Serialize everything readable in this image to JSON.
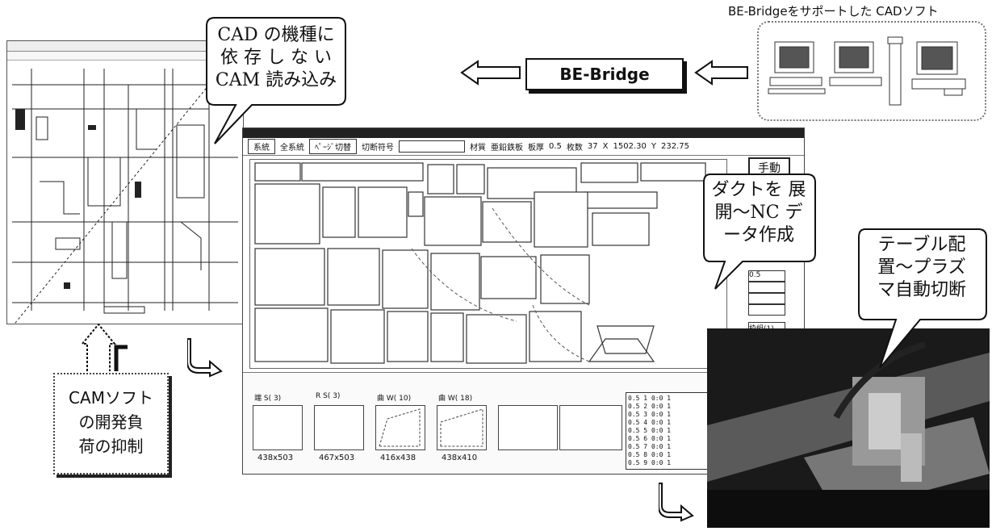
{
  "callouts": {
    "cam_read": [
      "CAD の機種に",
      "依 存 し な い",
      "CAM 読み込み"
    ],
    "duct": [
      "ダクトを 展",
      "開～NC デ",
      "ータ作成"
    ],
    "table": [
      "テーブル配",
      "置～プラズ",
      "マ自動切断"
    ],
    "camsoft": [
      "CAMソフト",
      "の開発負",
      "荷の抑制"
    ]
  },
  "be_bridge": {
    "label": "BE-Bridge"
  },
  "cad_software": {
    "title": "BE-Bridgeをサポートした CADソフト"
  },
  "cam_window": {
    "toolbar": [
      "系統",
      "全系統",
      "ﾍﾟｰｼﾞ切替",
      "切断符号",
      "材質",
      "亜鉛鉄板",
      "板厚",
      "0.5",
      "枚数",
      "37",
      "X",
      "1502.30",
      "Y",
      "232.75"
    ],
    "manual_button": "手動",
    "side_value": "0.5",
    "side_label": "枠組(1)",
    "thumbnails": [
      {
        "label": "端 S(   3)",
        "size": "438x503"
      },
      {
        "label": "R S(   3)",
        "size": "467x503"
      },
      {
        "label": "曲 W(  10)",
        "size": "416x438"
      },
      {
        "label": "曲 W(  18)",
        "size": "438x410"
      }
    ],
    "list_rows": [
      [
        "0.5",
        "1",
        "0:0",
        "1"
      ],
      [
        "0.5",
        "2",
        "0:0",
        "1"
      ],
      [
        "0.5",
        "3",
        "0:0",
        "1"
      ],
      [
        "0.5",
        "4",
        "0:0",
        "1"
      ],
      [
        "0.5",
        "5",
        "0:0",
        "1"
      ],
      [
        "0.5",
        "6",
        "0:0",
        "1"
      ],
      [
        "0.5",
        "7",
        "0:0",
        "1"
      ],
      [
        "0.5",
        "8",
        "0:0",
        "1"
      ],
      [
        "0.5",
        "9",
        "0:0",
        "1"
      ]
    ]
  }
}
